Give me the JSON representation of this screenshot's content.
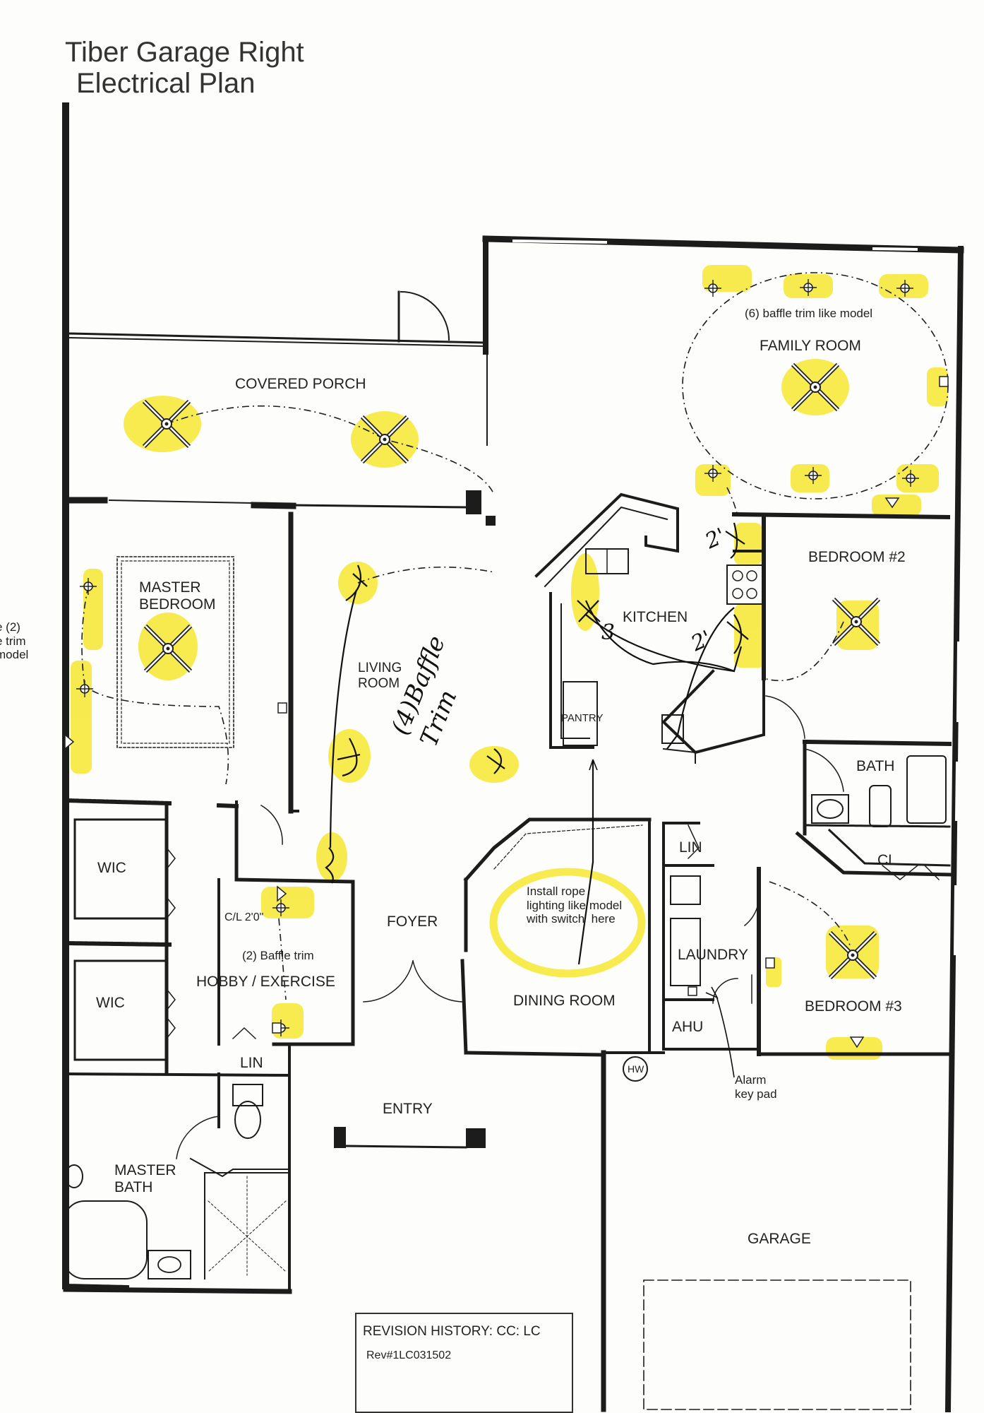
{
  "title": {
    "line1": "Tiber Garage Right",
    "line2": "Electrical Plan"
  },
  "rooms": {
    "covered_porch": "COVERED PORCH",
    "family_room": "FAMILY ROOM",
    "master_bedroom": "MASTER\nBEDROOM",
    "living_room": "LIVING\nROOM",
    "kitchen": "KITCHEN",
    "pantry": "PANTRY",
    "bedroom2": "BEDROOM #2",
    "bath": "BATH",
    "wic1": "WIC",
    "wic2": "WIC",
    "hobby_exercise": "HOBBY / EXERCISE",
    "foyer": "FOYER",
    "dining_room": "DINING ROOM",
    "laundry": "LAUNDRY",
    "lin1": "LIN",
    "lin2": "LIN",
    "cl": "CL",
    "ahu": "AHU",
    "bedroom3": "BEDROOM #3",
    "master_bath": "MASTER\nBATH",
    "entry": "ENTRY",
    "garage": "GARAGE",
    "hw": "HW"
  },
  "notes": {
    "family_baffle": "(6) baffle trim like model",
    "left_margin": "e (2)\ne trim\nmodel",
    "cl_height": "C/L 2'0\"",
    "hobby_baffle": "(2) Baffle trim",
    "rope_lighting": "Install rope\nlighting like model\nwith switch  here",
    "alarm": "Alarm\nkey pad"
  },
  "handwritten": {
    "living_baffle": "(4)Baffle\nTrim",
    "kitchen_count": "3",
    "kitchen_a": "2'",
    "kitchen_b": "2'"
  },
  "revision": {
    "label": "REVISION HISTORY: CC:  LC",
    "number": "Rev#1LC031502"
  },
  "colors": {
    "highlight": "#f5e62a",
    "ink": "#1c1c1c",
    "paper": "#fdfdfb"
  }
}
